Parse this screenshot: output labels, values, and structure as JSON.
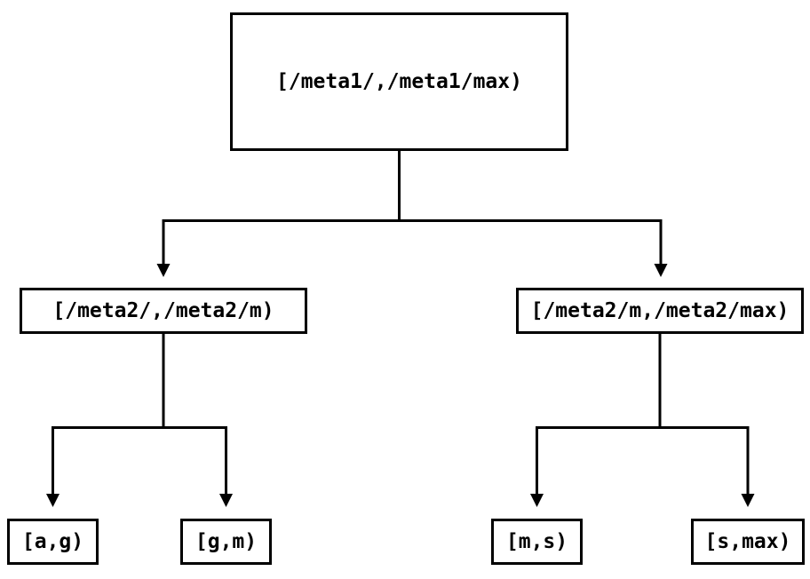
{
  "tree": {
    "root": {
      "label": "[/meta1/,/meta1/max)"
    },
    "level1": [
      {
        "label": "[/meta2/,/meta2/m)"
      },
      {
        "label": "[/meta2/m,/meta2/max)"
      }
    ],
    "leaves": [
      {
        "label": "[a,g)"
      },
      {
        "label": "[g,m)"
      },
      {
        "label": "[m,s)"
      },
      {
        "label": "[s,max)"
      }
    ]
  },
  "colors": {
    "background": "#ffffff",
    "line": "#000000",
    "box_background": "#ffffff",
    "text": "#000000"
  }
}
